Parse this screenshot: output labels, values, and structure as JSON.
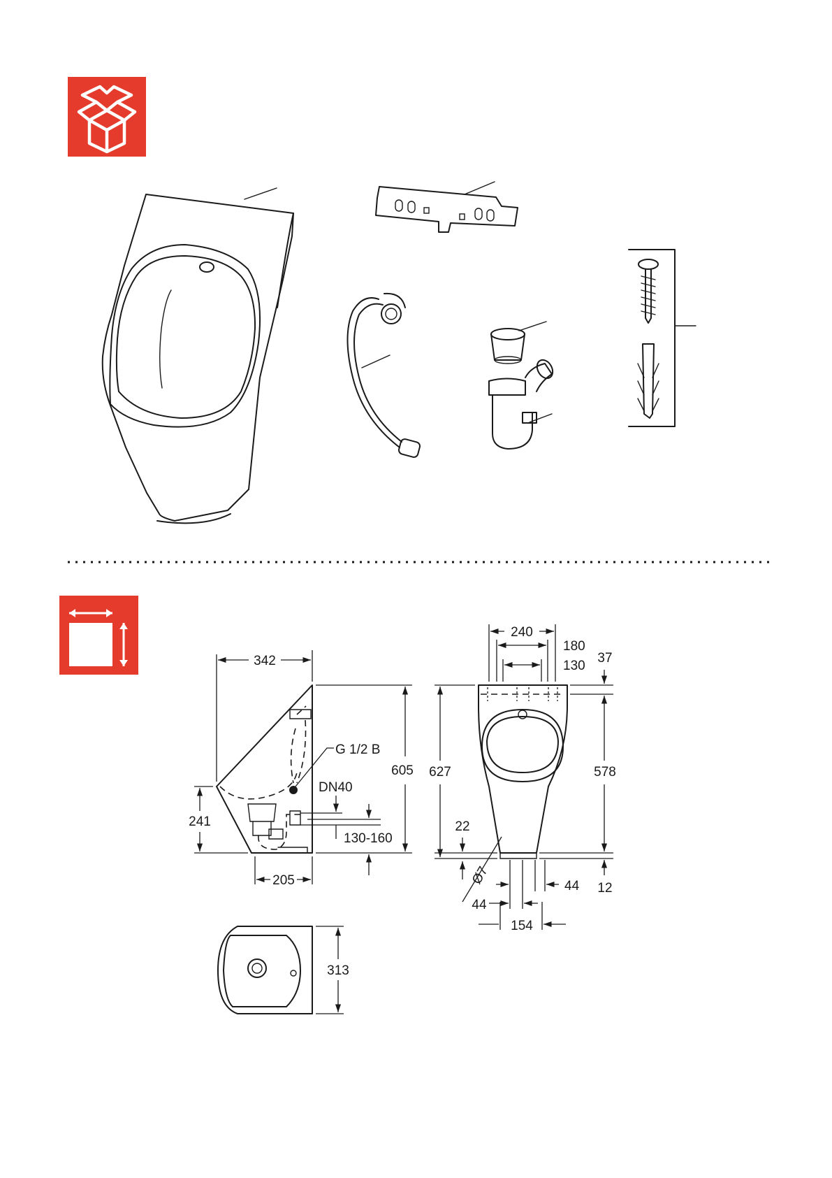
{
  "colors": {
    "badge": "#e43b2c",
    "ink": "#1a1a1a"
  },
  "icons": {
    "scope_of_delivery": "open-box-icon",
    "dimensions": "dimensions-icon"
  },
  "dimensions": {
    "side": {
      "width": "342",
      "height": "605",
      "rim_height": "241",
      "depth_bottom": "205",
      "water_connection": "G 1/2 B",
      "drain": "DN40",
      "drain_height": "130-160"
    },
    "front": {
      "width": "240",
      "hole_spacing_outer": "180",
      "hole_spacing_inner": "130",
      "top_offset": "37",
      "height": "627",
      "height_inner": "578",
      "bottom_offset_left": "22",
      "bottom_offset_right": "12",
      "hole_diameter": "Ø7",
      "hole_offset_left": "44",
      "hole_offset_right": "44",
      "bottom_spacing": "154"
    },
    "top": {
      "depth": "313"
    }
  }
}
